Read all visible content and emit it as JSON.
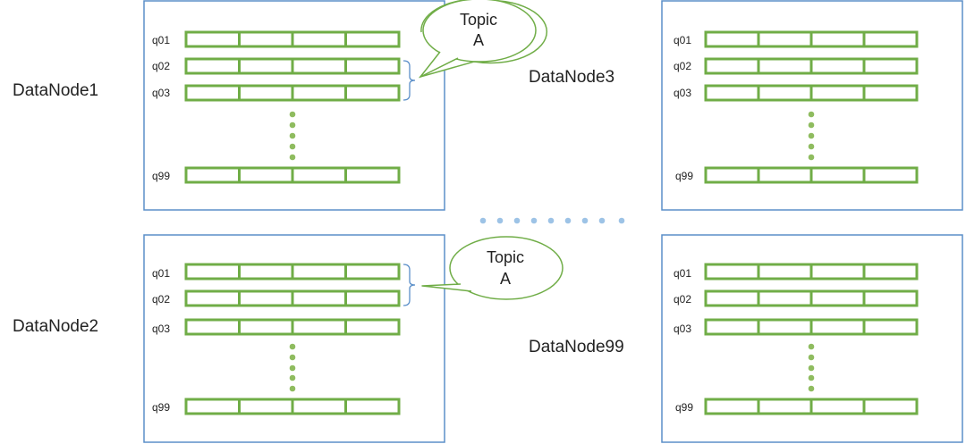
{
  "colors": {
    "node_border": "#5b8fc9",
    "queue_fill": "#70ad47",
    "queue_inner": "#ffffff",
    "dot": "#8fbc5f",
    "ellipsis": "#9dc3e6",
    "callout_border": "#70ad47",
    "bracket": "#5b8fc9"
  },
  "nodes": [
    {
      "id": "dn1",
      "label": "DataNode1",
      "queues": [
        "q01",
        "q02",
        "q03",
        "q99"
      ],
      "topic": {
        "line1": "Topic",
        "line2": "A"
      }
    },
    {
      "id": "dn3",
      "label": "DataNode3",
      "queues": [
        "q01",
        "q02",
        "q03",
        "q99"
      ]
    },
    {
      "id": "dn2",
      "label": "DataNode2",
      "queues": [
        "q01",
        "q02",
        "q03",
        "q99"
      ],
      "topic": {
        "line1": "Topic",
        "line2": "A"
      }
    },
    {
      "id": "dn99",
      "label": "DataNode99",
      "queues": [
        "q01",
        "q02",
        "q03",
        "q99"
      ]
    }
  ],
  "icons": {
    "vertical_ellipsis": "vertical-dots-icon",
    "horizontal_ellipsis": "horizontal-dots-icon"
  }
}
